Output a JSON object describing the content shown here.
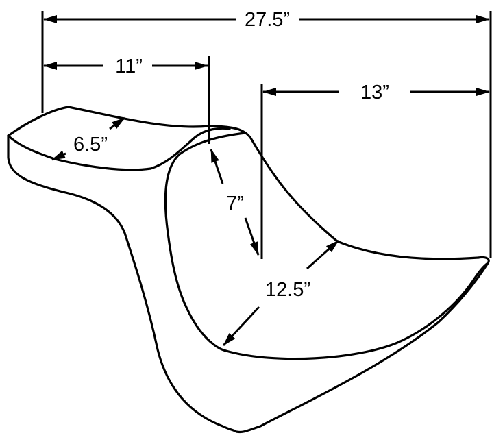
{
  "dimensions": {
    "overall_length": "27.5”",
    "passenger_length": "11”",
    "passenger_width": "6.5”",
    "rise": "7”",
    "driver_length": "13”",
    "driver_width": "12.5”"
  }
}
